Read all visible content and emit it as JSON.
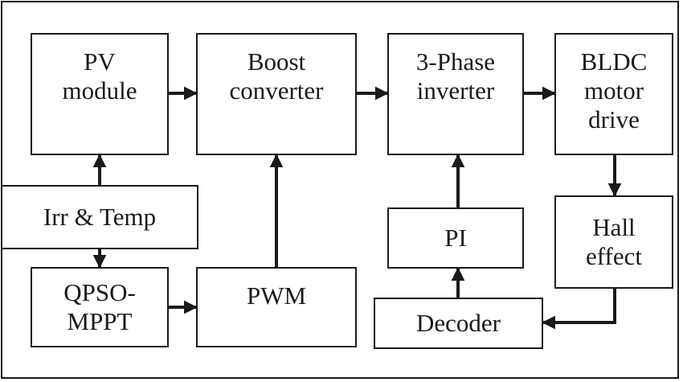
{
  "blocks": {
    "pv_module": [
      "PV",
      "module"
    ],
    "boost_converter": [
      "Boost",
      "converter"
    ],
    "three_phase_inverter": [
      "3-Phase",
      "inverter"
    ],
    "bldc_motor_drive": [
      "BLDC",
      "motor",
      "drive"
    ],
    "irr_temp": [
      "Irr & Temp"
    ],
    "qpso_mppt": [
      "QPSO-",
      "MPPT"
    ],
    "pwm": [
      "PWM"
    ],
    "pi": [
      "PI"
    ],
    "hall_effect": [
      "Hall",
      "effect"
    ],
    "decoder": [
      "Decoder"
    ]
  },
  "colors": {
    "line": "#1a1a1a",
    "background": "#ffffff"
  }
}
